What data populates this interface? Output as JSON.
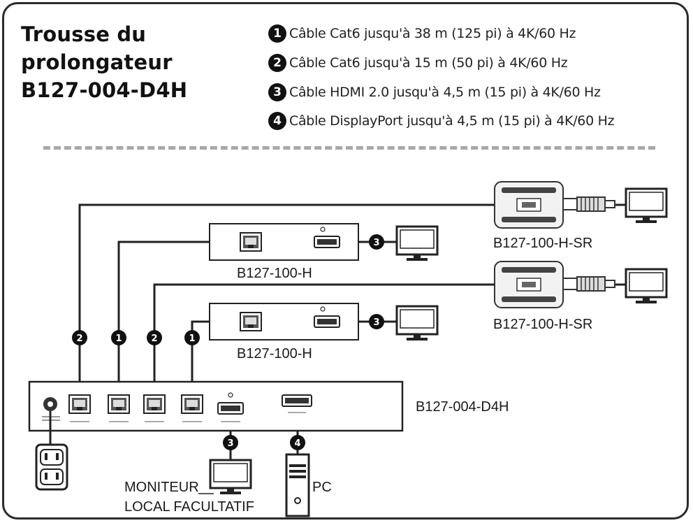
{
  "title": {
    "line1": "Trousse du",
    "line2": "prolongateur",
    "line3": "B127-004-D4H"
  },
  "legend": [
    {
      "num": "1",
      "text": "Câble Cat6 jusqu'à 38 m (125 pi) à 4K/60 Hz"
    },
    {
      "num": "2",
      "text": "Câble Cat6 jusqu'à 15 m (50 pi) à 4K/60 Hz"
    },
    {
      "num": "3",
      "text": "Câble HDMI 2.0 jusqu'à 4,5 m (15 pi) à 4K/60 Hz"
    },
    {
      "num": "4",
      "text": "Câble DisplayPort jusqu'à 4,5 m (15 pi) à 4K/60 Hz"
    }
  ],
  "diagram": {
    "receiver_sr_top": "B127-100-H-SR",
    "receiver_h_top": "B127-100-H",
    "receiver_sr_bottom": "B127-100-H-SR",
    "receiver_h_bottom": "B127-100-H",
    "splitter": "B127-004-D4H",
    "local_monitor_line1": "MONITEUR",
    "local_monitor_line2": "LOCAL FACULTATIF",
    "pc": "PC",
    "badges": {
      "port1": "2",
      "port2": "1",
      "port3": "2",
      "port4": "1",
      "hdmi_top": "3",
      "hdmi_bottom": "3",
      "local": "3",
      "dp": "4"
    }
  }
}
